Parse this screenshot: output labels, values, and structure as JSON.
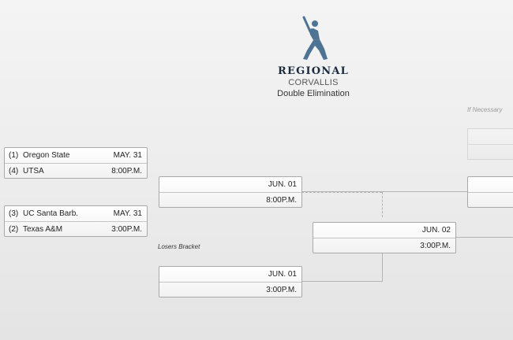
{
  "header": {
    "title": "REGIONAL",
    "location": "CORVALLIS",
    "format": "Double Elimination"
  },
  "labels": {
    "losers_bracket": "Losers Bracket",
    "if_necessary": "If Necessary"
  },
  "games": {
    "g1": {
      "team1": {
        "seed": "(1)",
        "name": "Oregon State"
      },
      "team2": {
        "seed": "(4)",
        "name": "UTSA"
      },
      "date": "MAY. 31",
      "time": "8:00P.M."
    },
    "g2": {
      "team1": {
        "seed": "(3)",
        "name": "UC Santa Barb."
      },
      "team2": {
        "seed": "(2)",
        "name": "Texas A&M"
      },
      "date": "MAY. 31",
      "time": "3:00P.M."
    },
    "winners_r2": {
      "date": "JUN. 01",
      "time": "8:00P.M."
    },
    "losers_r1": {
      "date": "JUN. 01",
      "time": "3:00P.M."
    },
    "losers_r2": {
      "date": "JUN. 02",
      "time": "3:00P.M."
    }
  },
  "colors": {
    "logo": "#4f7393",
    "title": "#1a2a3e",
    "connector": "#b4b4b4"
  }
}
